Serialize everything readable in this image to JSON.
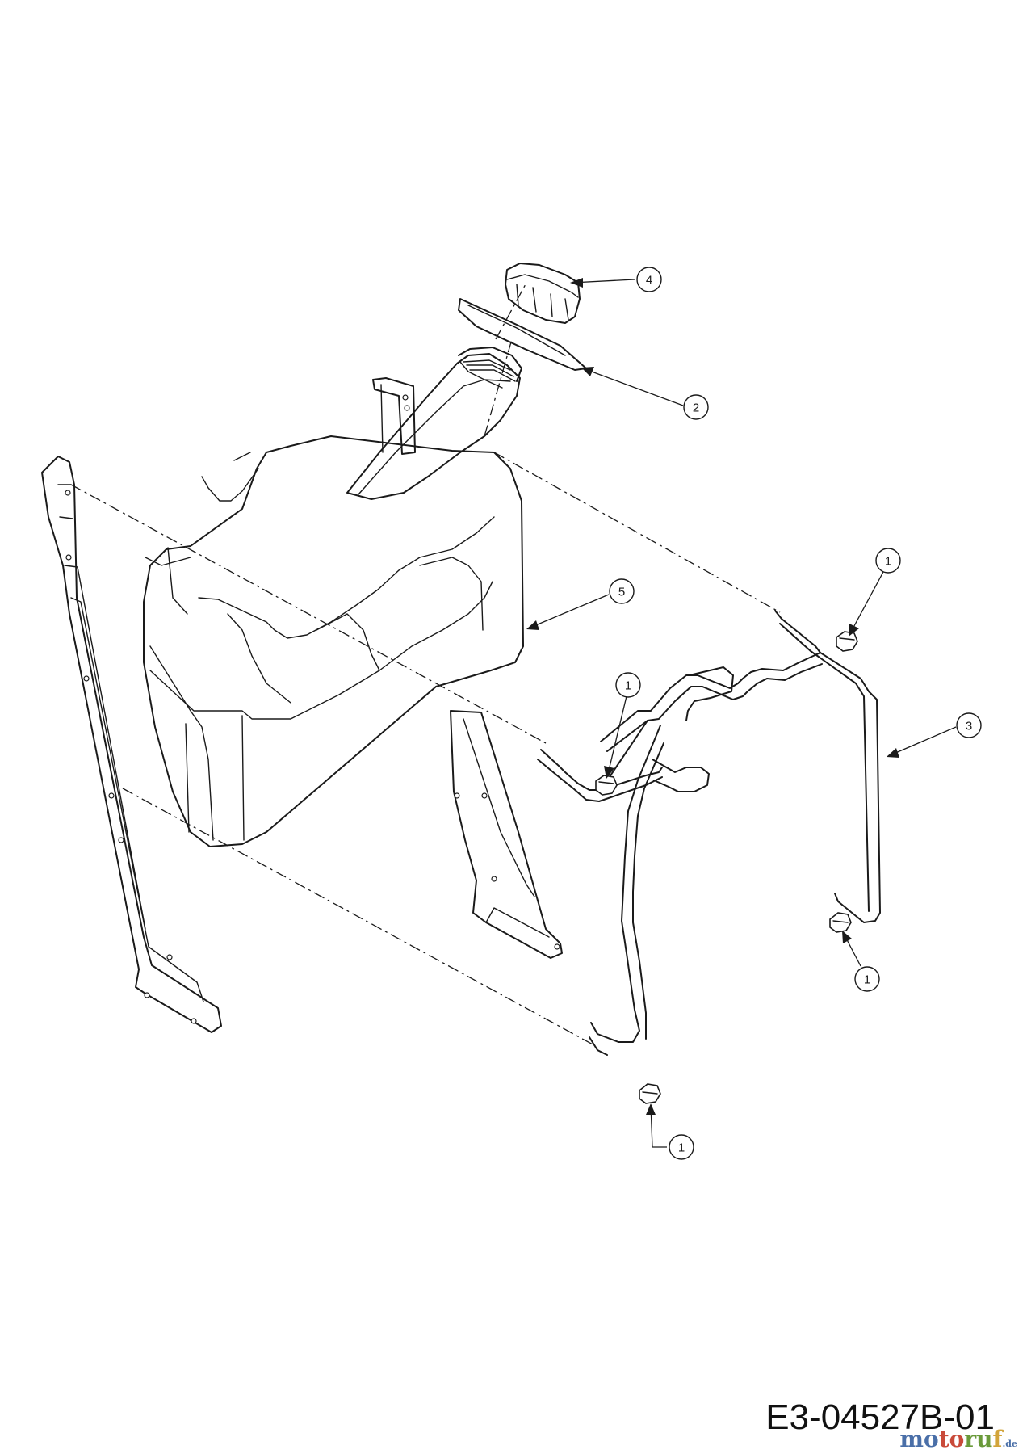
{
  "diagram": {
    "drawing_number": "E3-04527B-01",
    "watermark": {
      "p1": "mo",
      "p2": "to",
      "p3": "ru",
      "p4": "f",
      "suffix": ".de"
    },
    "callouts": [
      {
        "id": "c4",
        "label": "4"
      },
      {
        "id": "c2",
        "label": "2"
      },
      {
        "id": "c5",
        "label": "5"
      },
      {
        "id": "c1a",
        "label": "1"
      },
      {
        "id": "c1b",
        "label": "1"
      },
      {
        "id": "c3",
        "label": "3"
      },
      {
        "id": "c1c",
        "label": "1"
      },
      {
        "id": "c1d",
        "label": "1"
      }
    ],
    "parts": [
      "fuel-tank",
      "filler-cap",
      "cap-gasket",
      "tank-bracket",
      "mounting-plate-left",
      "mounting-plate-rear",
      "bolt"
    ]
  }
}
